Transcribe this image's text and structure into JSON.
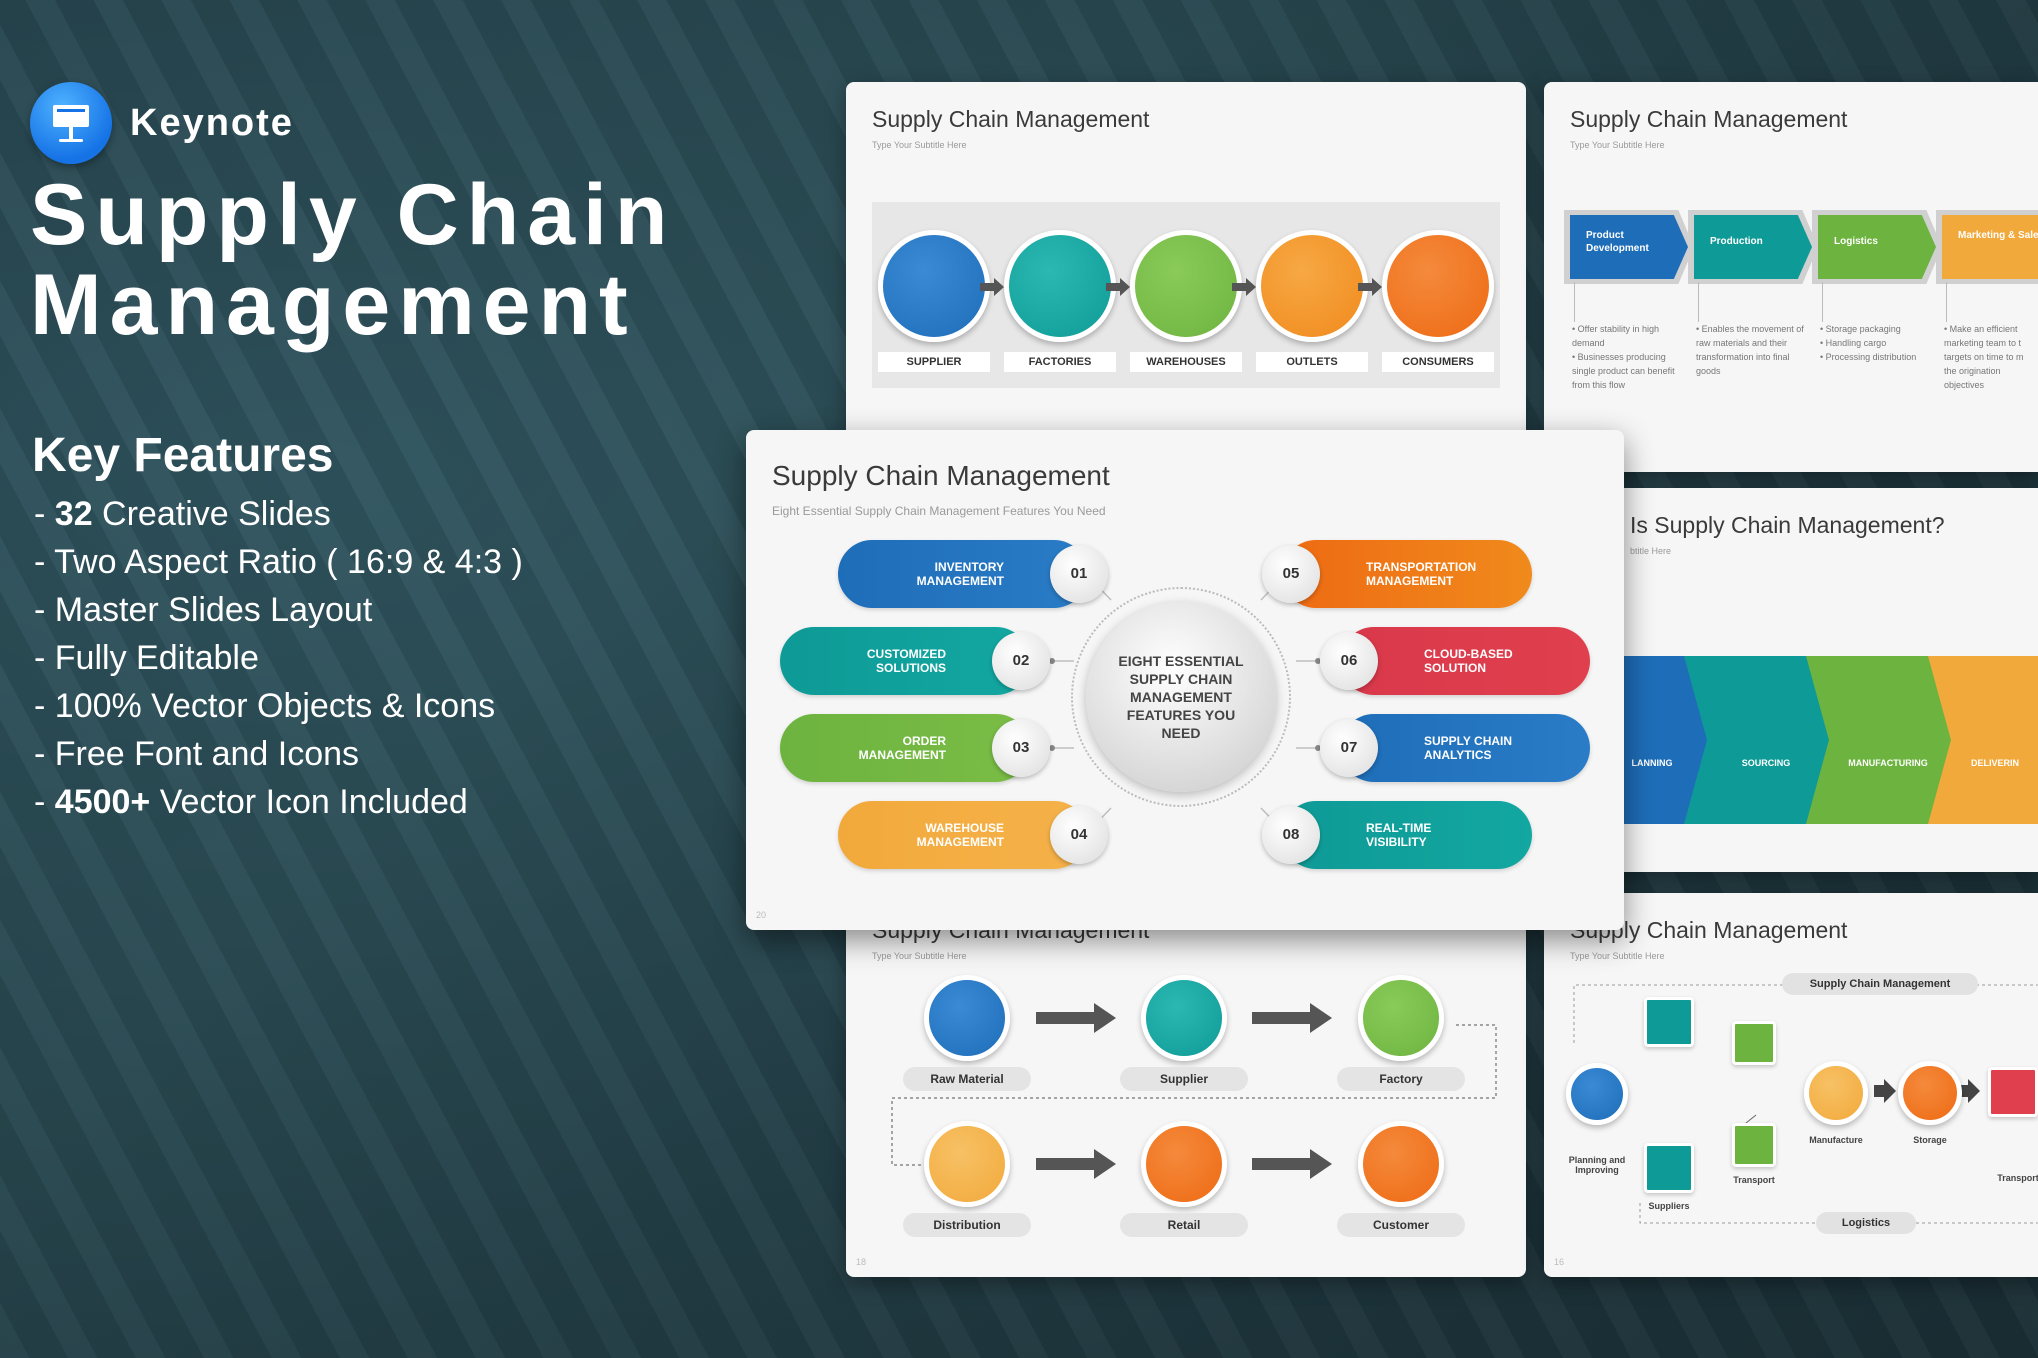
{
  "brand": {
    "name": "Keynote"
  },
  "title": {
    "line1": "Supply Chain",
    "line2": "Management"
  },
  "features": {
    "heading": "Key Features",
    "items": [
      {
        "bold": "32",
        "text": " Creative Slides"
      },
      {
        "bold": "",
        "text": "Two Aspect Ratio ( 16:9 & 4:3 )"
      },
      {
        "bold": "",
        "text": "Master Slides Layout"
      },
      {
        "bold": "",
        "text": "Fully Editable"
      },
      {
        "bold": "",
        "text": "100% Vector Objects & Icons"
      },
      {
        "bold": "",
        "text": "Free Font and Icons"
      },
      {
        "bold": "4500+",
        "text": " Vector Icon Included"
      }
    ]
  },
  "colors": {
    "blue": "#1e6db8",
    "teal": "#0e9a96",
    "green": "#6db33f",
    "orange": "#f08a1c",
    "red": "#e0404d",
    "yellow": "#f2a93b",
    "deep_orange": "#ee6a13"
  },
  "slide_a": {
    "title": "Supply Chain Management",
    "subtitle": "Type Your Subtitle Here",
    "labels": [
      "SUPPLIER",
      "FACTORIES",
      "WAREHOUSES",
      "OUTLETS",
      "CONSUMERS"
    ]
  },
  "slide_b": {
    "title": "Supply Chain Management",
    "subtitle": "Type Your Subtitle Here",
    "steps": [
      {
        "label": "Product Development",
        "bullets": [
          "Offer stability in high demand",
          "Businesses producing single product can benefit from this flow"
        ]
      },
      {
        "label": "Production",
        "bullets": [
          "Enables the movement of raw materials and their transformation into final goods"
        ]
      },
      {
        "label": "Logistics",
        "bullets": [
          "Storage packaging",
          "Handling cargo",
          "Processing distribution"
        ]
      },
      {
        "label": "Marketing & Sales",
        "bullets": [
          "Make an efficient marketing team to t targets on time to m the origination objectives"
        ]
      }
    ]
  },
  "slide_c": {
    "title": "Is Supply Chain Management?",
    "subtitle": "btitle Here",
    "steps": [
      "LANNING",
      "SOURCING",
      "MANUFACTURING",
      "DELIVERIN"
    ]
  },
  "slide_d": {
    "title": "Supply Chain Management",
    "subtitle": "Type Your Subtitle Here",
    "page": "18",
    "labels": [
      "Raw Material",
      "Supplier",
      "Factory",
      "Distribution",
      "Retail",
      "Customer"
    ]
  },
  "slide_e": {
    "title": "Supply Chain Management",
    "subtitle": "Type Your Subtitle Here",
    "page": "16",
    "header": "Supply Chain Management",
    "footer": "Logistics",
    "labels": {
      "planning": "Planning and Improving",
      "suppliers": "Suppliers",
      "transport1": "Transport",
      "manufacture": "Manufacture",
      "storage": "Storage",
      "transport2": "Transport"
    }
  },
  "slide_f": {
    "title": "Supply Chain Management",
    "subtitle": "Eight Essential Supply Chain Management Features You Need",
    "page": "20",
    "center": "EIGHT ESSENTIAL SUPPLY CHAIN MANAGEMENT FEATURES YOU NEED",
    "items": [
      {
        "num": "01",
        "label": "INVENTORY MANAGEMENT"
      },
      {
        "num": "02",
        "label": "CUSTOMIZED SOLUTIONS"
      },
      {
        "num": "03",
        "label": "ORDER MANAGEMENT"
      },
      {
        "num": "04",
        "label": "WAREHOUSE MANAGEMENT"
      },
      {
        "num": "05",
        "label": "TRANSPORTATION MANAGEMENT"
      },
      {
        "num": "06",
        "label": "CLOUD-BASED SOLUTION"
      },
      {
        "num": "07",
        "label": "SUPPLY CHAIN ANALYTICS"
      },
      {
        "num": "08",
        "label": "REAL-TIME VISIBILITY"
      }
    ]
  }
}
